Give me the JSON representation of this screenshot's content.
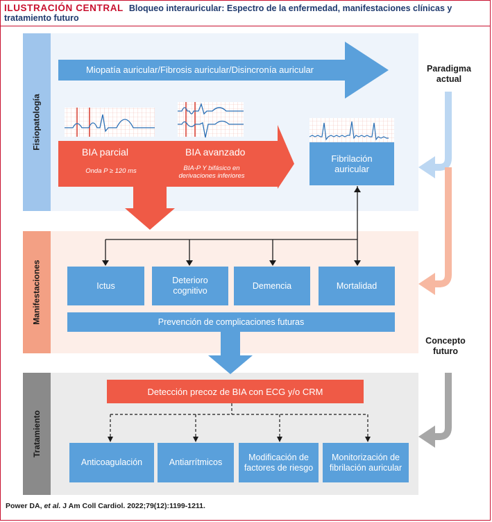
{
  "header": {
    "tag": "ILUSTRACIÓN CENTRAL",
    "title": "Bloqueo interauricular: Espectro de la enfermedad, manifestaciones clínicas y tratamiento futuro"
  },
  "sections": {
    "fisio": "Fisiopatología",
    "manif": "Manifestaciones",
    "trat": "Tratamiento"
  },
  "fisiopatologia": {
    "top_arrow": "Miopatía auricular/Fibrosis auricular/Disincronía auricular",
    "bia_parcial": "BIA parcial",
    "bia_parcial_sub": "Onda P ≥ 120 ms",
    "bia_avanzado": "BIA avanzado",
    "bia_avanzado_sub": "BIA-P Y bifásico en derivaciones inferiores",
    "fa": "Fibrilación auricular"
  },
  "manifestaciones": {
    "items": [
      "Ictus",
      "Deterioro cognitivo",
      "Demencia",
      "Mortalidad"
    ],
    "prevention": "Prevención de complicaciones futuras"
  },
  "tratamiento": {
    "detection": "Detección precoz de BIA con ECG y/o CRM",
    "items": [
      "Anticoagulación",
      "Antiarrítmicos",
      "Modificación de factores de riesgo",
      "Monitorización de fibrilación auricular"
    ]
  },
  "right": {
    "paradigm": "Paradigma actual",
    "future": "Concepto futuro"
  },
  "footer": {
    "authors": "Power DA,",
    "etal": "et al.",
    "citation": "J Am Coll Cardiol. 2022;79(12):1199-1211."
  },
  "colors": {
    "fisio_bg": "#eef4fb",
    "fisio_side": "#9fc5ec",
    "manif_bg": "#fdeee8",
    "manif_side": "#f3a084",
    "trat_bg": "#ebebeb",
    "trat_side": "#8a8a8a",
    "blue": "#5aa0db",
    "red": "#ef5a46"
  }
}
